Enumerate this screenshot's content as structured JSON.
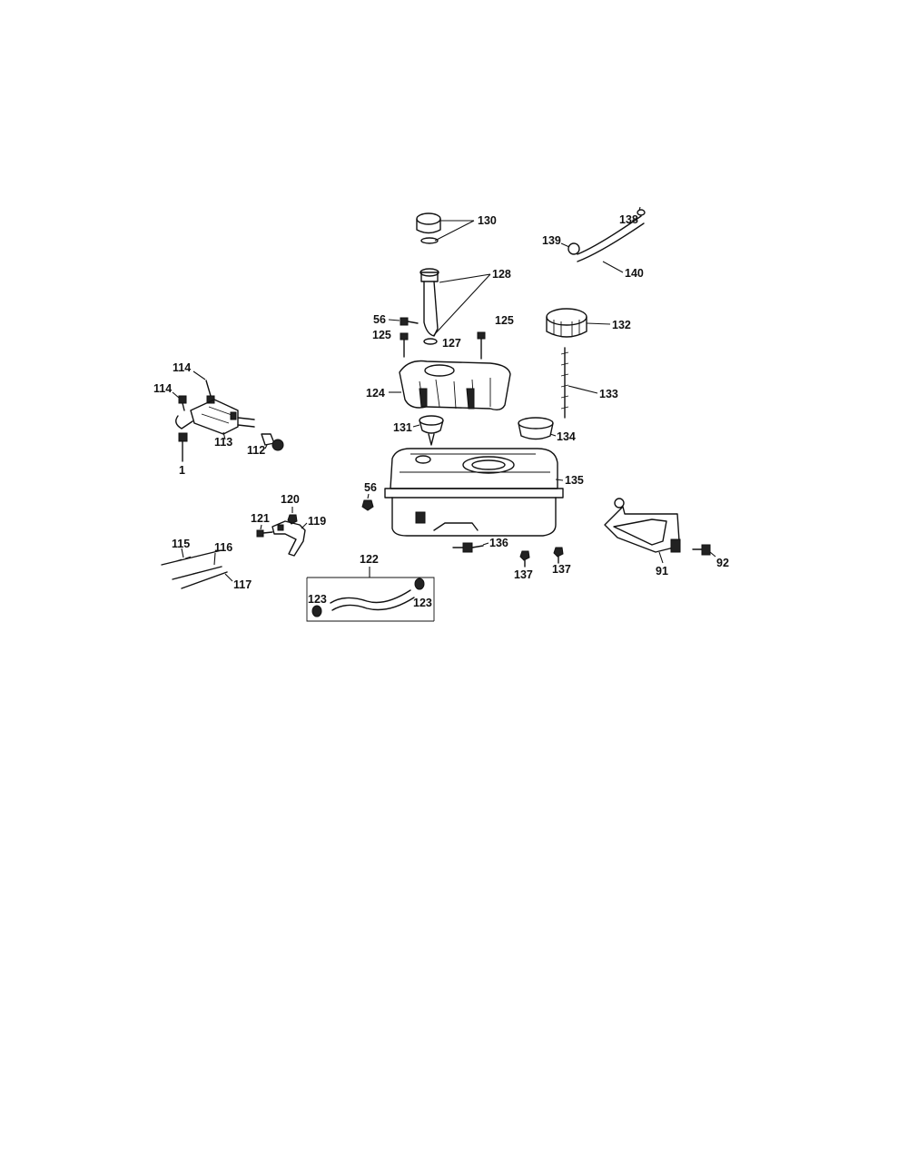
{
  "diagram": {
    "callouts": {
      "c130": "130",
      "c128": "128",
      "c138": "138",
      "c139": "139",
      "c140": "140",
      "c56a": "56",
      "c127": "127",
      "c125a": "125",
      "c125b": "125",
      "c132": "132",
      "c114a": "114",
      "c114b": "114",
      "c124": "124",
      "c133": "133",
      "c131": "131",
      "c134": "134",
      "c113": "113",
      "c112": "112",
      "c1": "1",
      "c135": "135",
      "c56b": "56",
      "c120": "120",
      "c121": "121",
      "c119": "119",
      "c115": "115",
      "c116": "116",
      "c117": "117",
      "c122": "122",
      "c136": "136",
      "c137a": "137",
      "c137b": "137",
      "c91": "91",
      "c92": "92",
      "c123a": "123",
      "c123b": "123"
    }
  }
}
